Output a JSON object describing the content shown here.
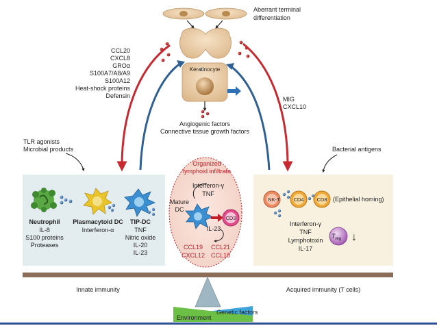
{
  "top_labels": {
    "aberrant_line1": "Aberrant terminal",
    "aberrant_line2": "differentiation",
    "keratinocyte": "Keratinocyte",
    "angiogenic": "Angiogenic factors",
    "connective": "Connective tissue growth factors"
  },
  "left_mediators": [
    "CCL20",
    "CXCL8",
    "GROα",
    "S100A7/A8/A9",
    "S100A12",
    "Heat-shock proteins",
    "Defensin"
  ],
  "right_mediators": [
    "MIG",
    "CXCL10"
  ],
  "tlr_labels": [
    "TLR agonists",
    "Microbial products"
  ],
  "bacterial_antigens": "Bacterial antigens",
  "innate": {
    "neutrophil": {
      "title": "Neutrophil",
      "lines": [
        "IL-8",
        "S100 proteins",
        "Proteases"
      ]
    },
    "pdc": {
      "title": "Plasmacytoid DC",
      "lines": [
        "Interferon-α"
      ]
    },
    "tipdc": {
      "title": "TIP-DC",
      "lines": [
        "TNF",
        "Nitric oxide",
        "IL-20",
        "IL-23"
      ]
    },
    "footer": "Innate immunity"
  },
  "center": {
    "organized_line1": "Organized",
    "organized_line2": "lymphoid infiltrate",
    "ifn": "Interferon-γ",
    "tnf": "TNF",
    "mature_dc_line1": "Mature",
    "mature_dc_line2": "DC",
    "il23": "IL-23",
    "cd3": "CD3",
    "ccl19": "CCL19",
    "ccl21": "CCL21",
    "cxcl12": "CXCL12",
    "ccl18": "CCL18"
  },
  "acquired": {
    "nkt": "NK-T",
    "cd4": "CD4",
    "cd8": "CD8",
    "epithelial": "(Epithelial homing)",
    "lines": [
      "Interferon-γ",
      "TNF",
      "Lymphotoxin",
      "IL-17"
    ],
    "treg": "T",
    "treg_sub": "reg",
    "down_arrow": "↓",
    "footer": "Acquired immunity (T cells)"
  },
  "base": {
    "genetic": "Genetic factors",
    "environment": "Environment"
  },
  "colors": {
    "panel_left": "#e3ecef",
    "panel_right": "#f8f1df",
    "bar": "#8a6e5a",
    "red_arrow": "#c62a30",
    "blue_arrow": "#2f5f93",
    "genetic_blue": "#3fa4da",
    "environment_green": "#6cc046"
  }
}
